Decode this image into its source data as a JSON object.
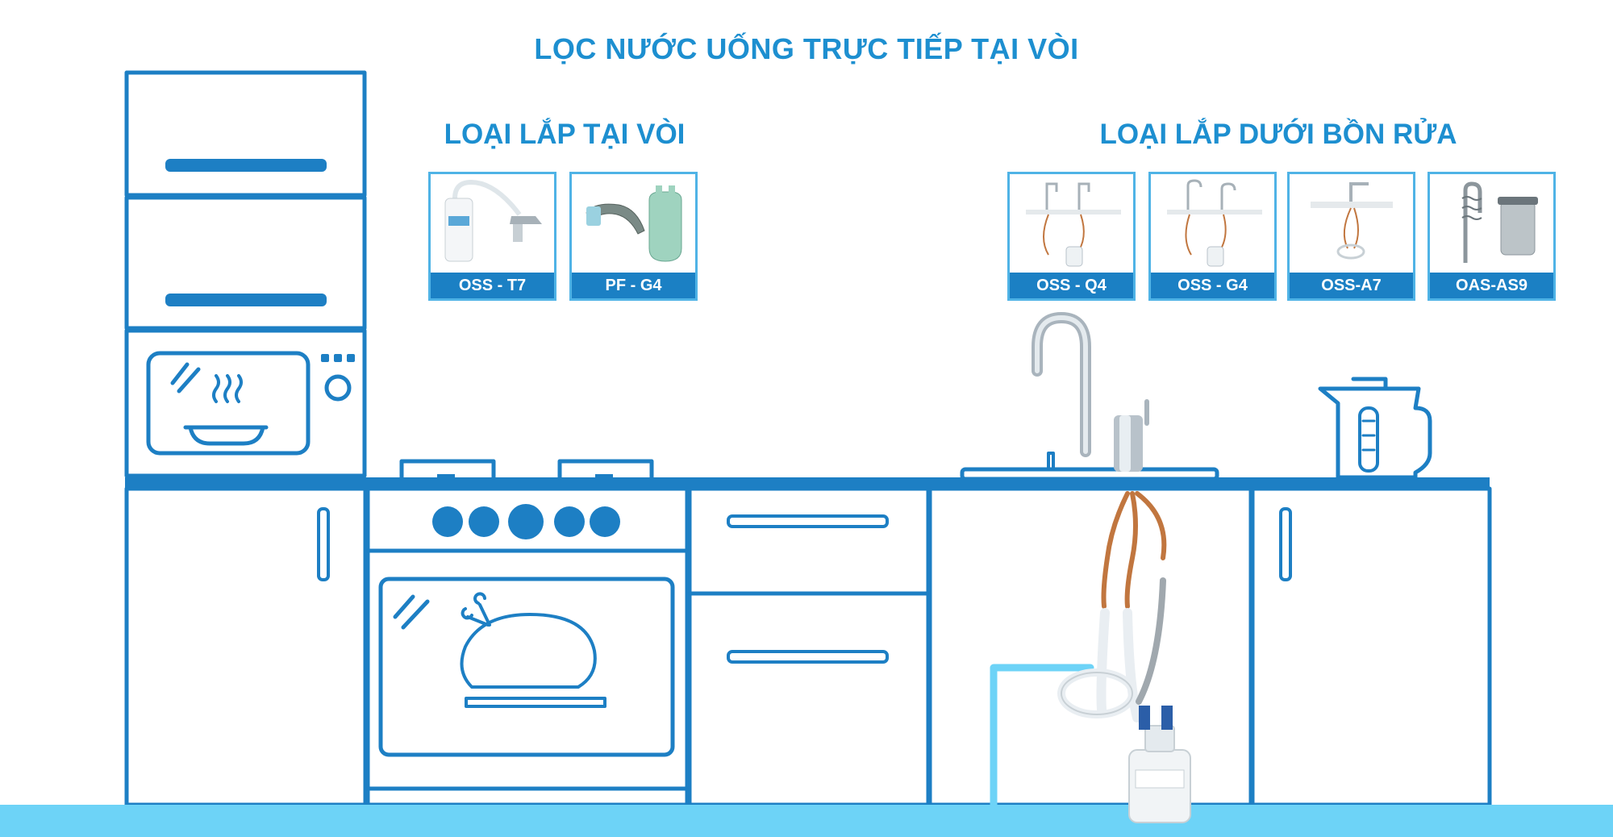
{
  "title": "LỌC NƯỚC UỐNG TRỰC TIẾP TẠI VÒI",
  "sections": {
    "faucet_mount": {
      "title": "LOẠI LẮP TẠI VÒI",
      "products": [
        {
          "label": "OSS - T7",
          "icon": "faucet-filter-product-image"
        },
        {
          "label": "PF - G4",
          "icon": "faucet-filter-cartridge-image"
        }
      ]
    },
    "under_sink": {
      "title": "LOẠI LẮP DƯỚI BỒN RỬA",
      "products": [
        {
          "label": "OSS - Q4",
          "icon": "under-sink-system-image"
        },
        {
          "label": "OSS - G4",
          "icon": "under-sink-system-image"
        },
        {
          "label": "OSS-A7",
          "icon": "under-sink-system-image"
        },
        {
          "label": "OAS-AS9",
          "icon": "pull-down-faucet-filter-image"
        }
      ]
    }
  },
  "colors": {
    "line": "#1d7fc4",
    "accent": "#1d8fd0",
    "floor": "#6dd3f7",
    "label_bg": "#1b80c4"
  }
}
